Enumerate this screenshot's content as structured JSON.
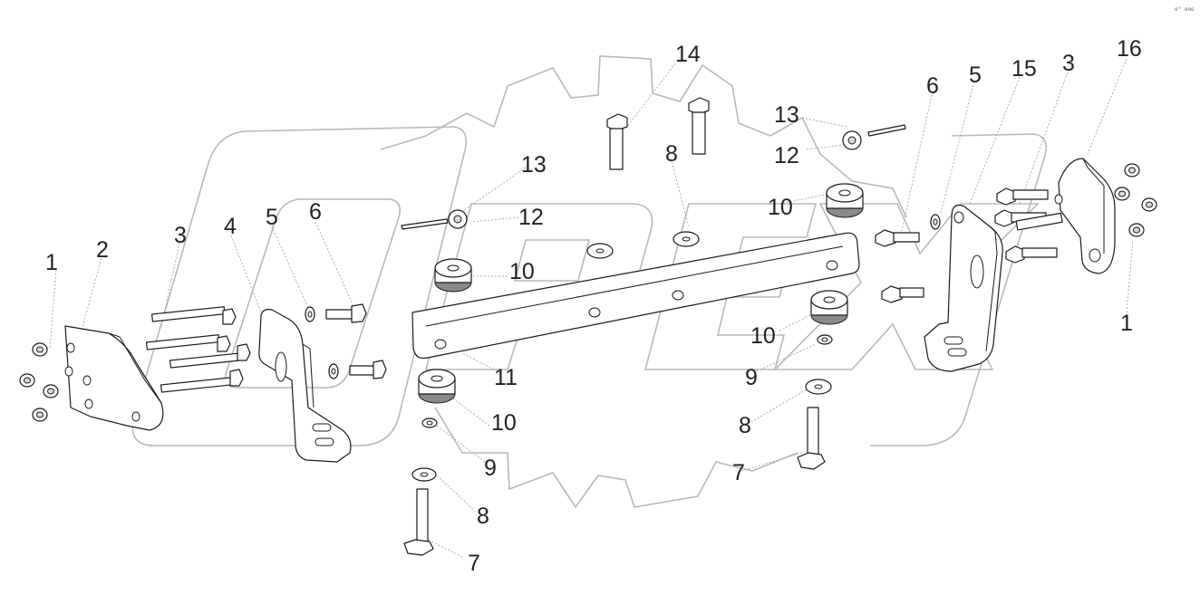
{
  "diagram": {
    "callouts": {
      "c1_left": "1",
      "c2": "2",
      "c3_left": "3",
      "c4": "4",
      "c5_left": "5",
      "c6_left": "6",
      "c13_left": "13",
      "c12_left": "12",
      "c10_a": "10",
      "c11": "11",
      "c10_b": "10",
      "c9_left": "9",
      "c8_left": "8",
      "c7_left": "7",
      "c14": "14",
      "c8_top": "8",
      "c13_right": "13",
      "c12_right": "12",
      "c10_c": "10",
      "c10_d": "10",
      "c9_right": "9",
      "c8_right": "8",
      "c7_right": "7",
      "c6_right": "6",
      "c5_right": "5",
      "c15": "15",
      "c3_right": "3",
      "c16": "16",
      "c1_right": "1"
    },
    "corner_code": "o° ooo"
  }
}
